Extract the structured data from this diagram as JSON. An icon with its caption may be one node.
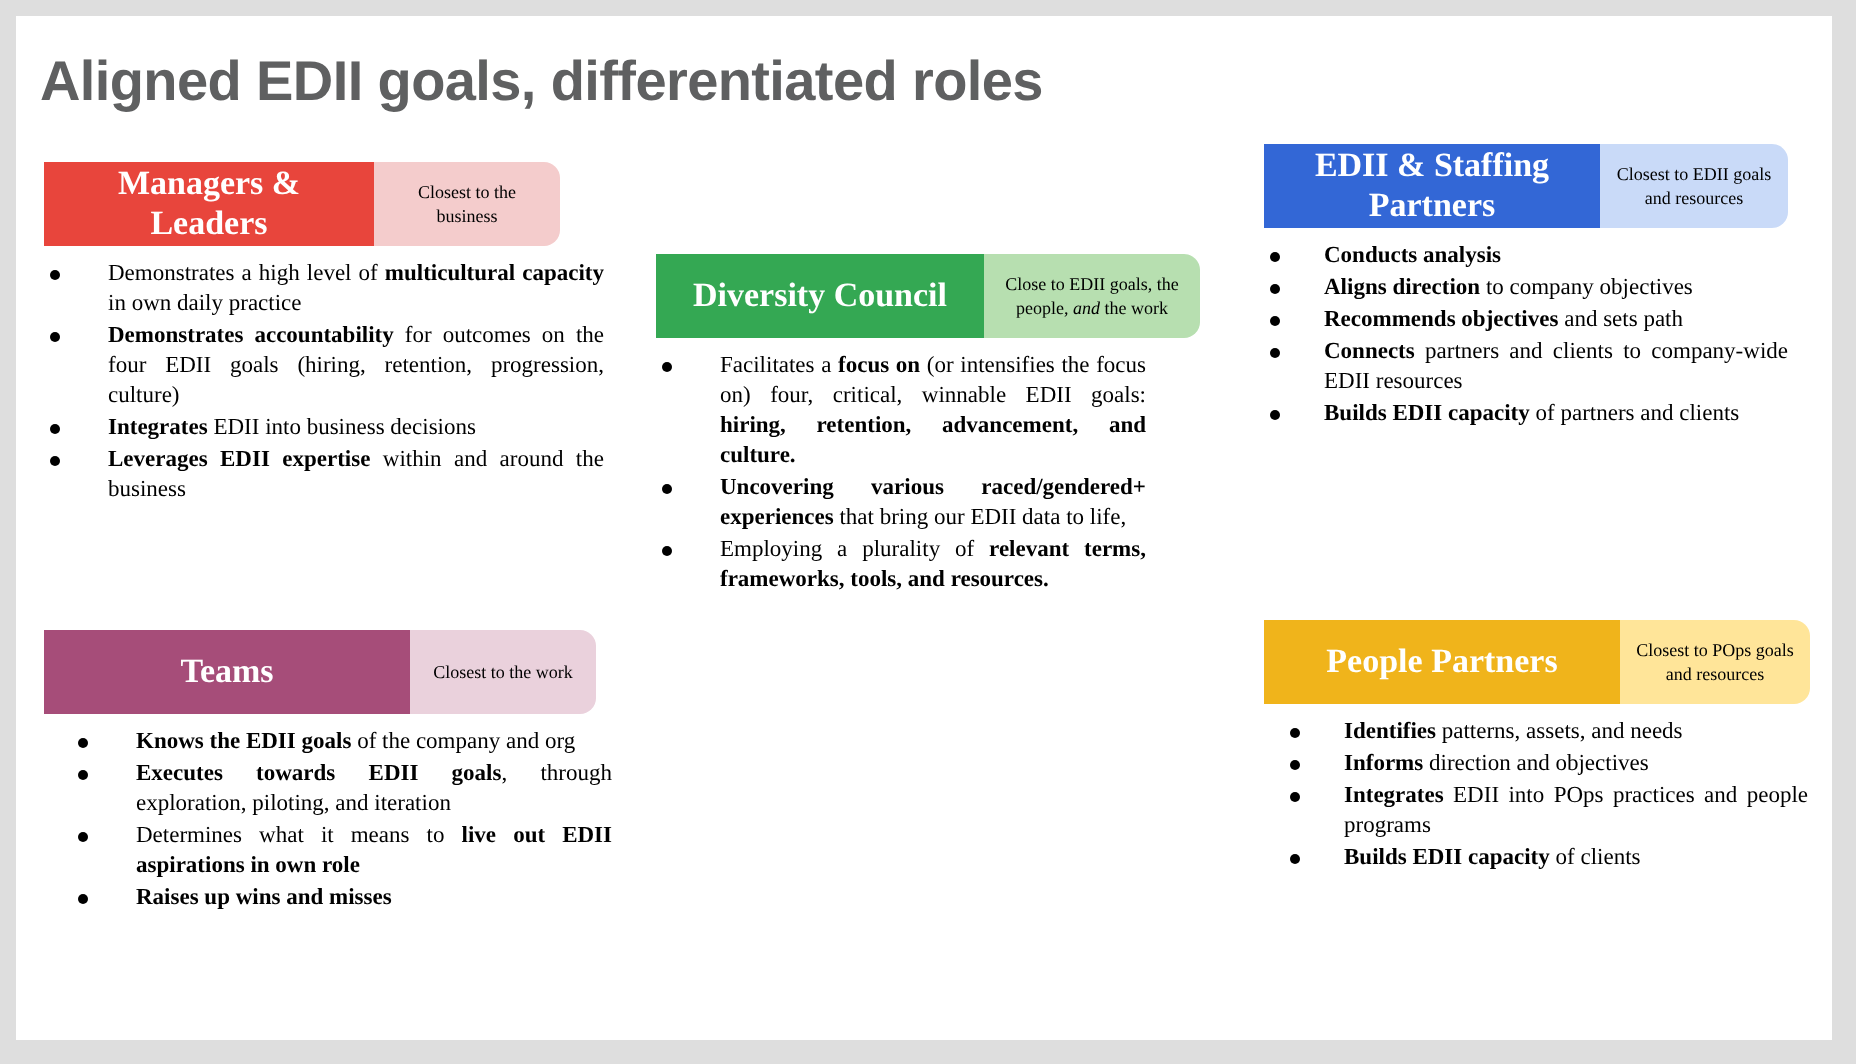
{
  "diagram": {
    "title": "Aligned EDII goals, differentiated roles",
    "nodes": [
      {
        "text": [
          "Managers & Leaders",
          "Closest to the business"
        ],
        "beside": [
          "Demonstrates a high level of **multicultural capacity** in own daily practice",
          "**Demonstrates accountability** for outcomes on the four EDII goals (hiring, retention, progression, culture)",
          "**Integrates** EDII into business decisions",
          "**Leverages EDII expertise** within and around the business"
        ]
      },
      {
        "text": [
          "Diversity Council",
          "Close to EDII goals, the people, *and* the work"
        ],
        "beside": [
          "Facilitates a **focus on** (or intensifies the focus on) four, critical, winnable EDII goals: **hiring, retention, advancement, and culture.**",
          "**Uncovering various raced/gendered+ experiences** that bring our EDII data to life,",
          "Employing a plurality of **relevant terms, frameworks, tools, and resources.**"
        ]
      },
      {
        "text": [
          "EDII & Staffing Partners",
          "Closest to EDII goals and resources"
        ],
        "beside": [
          "**Conducts analysis**",
          "**Aligns direction** to company objectives",
          "**Recommends objectives** and sets path",
          "**Connects** partners and clients to company-wide EDII resources",
          "**Builds EDII capacity** of partners and clients"
        ]
      },
      {
        "text": [
          "Teams",
          "Closest to the work"
        ],
        "beside": [
          "**Knows the EDII goals** of the company and org",
          "**Executes towards EDII goals**, through exploration, piloting, and iteration",
          "Determines what it means to **live out EDII aspirations in own role**",
          "**Raises up wins and misses**"
        ]
      },
      {
        "text": [
          "People Partners",
          "Closest to POps goals and resources"
        ],
        "beside": [
          "**Identifies** patterns, assets, and needs",
          "**Informs** direction and objectives",
          "**Integrates** EDII into POps practices and people programs",
          "**Builds EDII capacity** of clients"
        ]
      }
    ]
  }
}
